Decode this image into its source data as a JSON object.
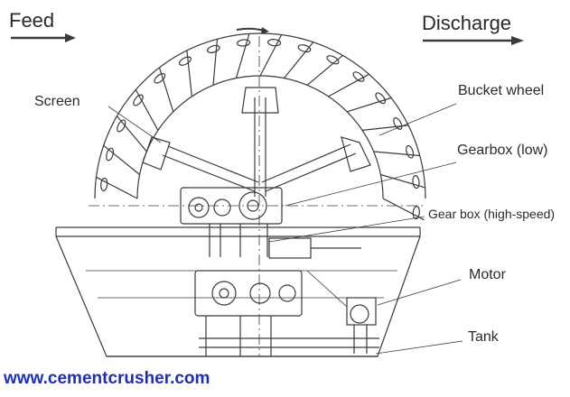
{
  "header": {
    "feed_label": "Feed",
    "discharge_label": "Discharge"
  },
  "callouts": {
    "screen": "Screen",
    "bucket_wheel": "Bucket wheel",
    "gearbox_low": "Gearbox (low)",
    "gearbox_high": "Gear box (high-speed)",
    "motor": "Motor",
    "tank": "Tank"
  },
  "footer": {
    "website": "www.cementcrusher.com"
  },
  "colors": {
    "line": "#3a3a3a",
    "text": "#2a2a2a",
    "url": "#1d2fb8"
  }
}
